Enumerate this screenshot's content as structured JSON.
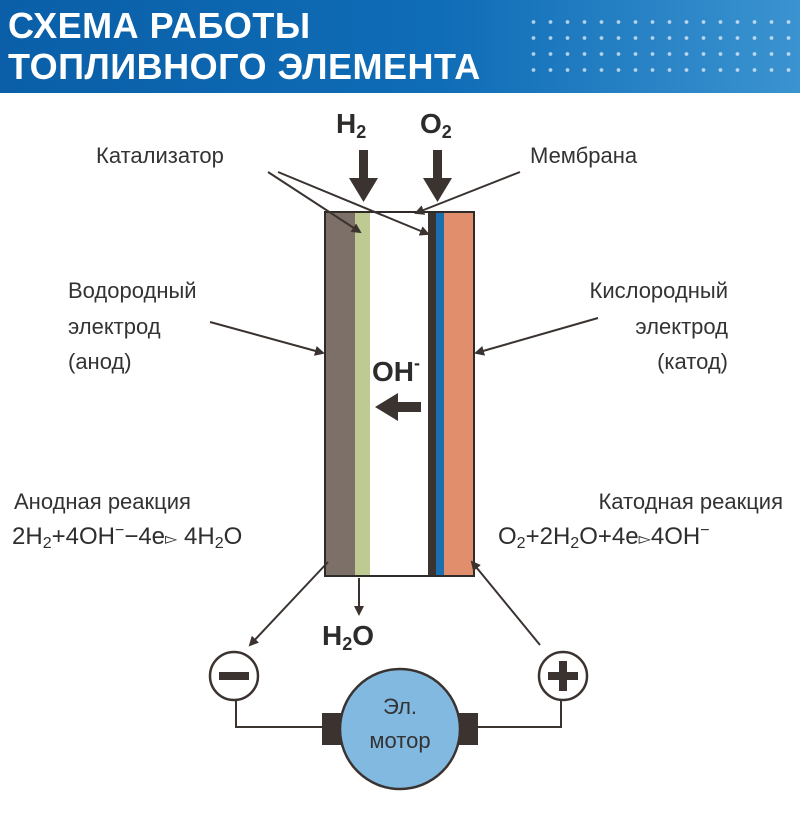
{
  "header": {
    "title_line1": "СХЕМА РАБОТЫ",
    "title_line2": "ТОПЛИВНОГО ЭЛЕМЕНТА"
  },
  "labels": {
    "catalyst": "Катализатор",
    "membrane": "Мембрана",
    "hydrogen_electrode": [
      "Водородный",
      "электрод",
      "(анод)"
    ],
    "oxygen_electrode": [
      "Кислородный",
      "электрод",
      "(катод)"
    ],
    "anode_reaction": "Анодная реакция",
    "cathode_reaction": "Катодная реакция",
    "motor": [
      "Эл.",
      "мотор"
    ]
  },
  "chemistry": {
    "h2": {
      "symbol": "H",
      "sub": "2"
    },
    "o2": {
      "symbol": "O",
      "sub": "2"
    },
    "oh": {
      "symbol": "OH",
      "sup": "-"
    },
    "h2o": {
      "a": "H",
      "sub": "2",
      "b": "O"
    }
  },
  "equations": {
    "anode": {
      "p1": "2H",
      "s1": "2",
      "p2": "+4OH",
      "s2": "−",
      "p3": "−4e",
      "arrow": "▻",
      "p4": " 4H",
      "s3": "2",
      "p5": "O"
    },
    "cathode": {
      "p1": "O",
      "s1": "2",
      "p2": "+2H",
      "s2": "2",
      "p3": "O+4e",
      "arrow": "▻",
      "p4": "4OH",
      "s3": "−"
    }
  },
  "terminals": {
    "negative": "−",
    "positive": "+"
  },
  "colors": {
    "banner": "#0f6cb6",
    "anode": "#7c7069",
    "catalyst": "#bdcb92",
    "membrane": "#1b6fb0",
    "cathode": "#e08e6b",
    "motor": "#82b9e1",
    "arrow": "#3a3330"
  }
}
